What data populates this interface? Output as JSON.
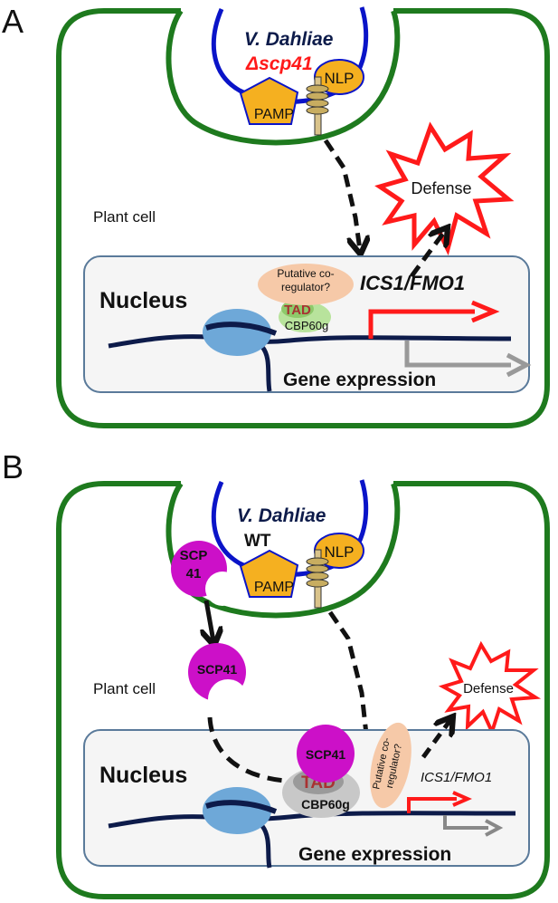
{
  "panels": [
    {
      "letter": "A",
      "pathogen": "V. Dahliae",
      "strain": "Δscp41",
      "nlp": "NLP",
      "pamp": "PAMP",
      "plant_cell": "Plant cell",
      "defense": "Defense",
      "nucleus": "Nucleus",
      "coregulator": "Putative co-regulator?",
      "tad": "TAD",
      "cbp": "CBP60g",
      "genes": "ICS1/FMO1",
      "gene_expression": "Gene expression"
    },
    {
      "letter": "B",
      "pathogen": "V. Dahliae",
      "strain": "WT",
      "nlp": "NLP",
      "pamp": "PAMP",
      "scp41": "SCP41",
      "scp_top_1": "SCP",
      "scp_top_2": "41",
      "plant_cell": "Plant cell",
      "defense": "Defense",
      "nucleus": "Nucleus",
      "coregulator": "Putative co-regulator?",
      "tad": "TAD",
      "cbp": "CBP60g",
      "genes": "ICS1/FMO1",
      "gene_expression": "Gene expression"
    }
  ],
  "colors": {
    "cell_wall": "#1e7a1e",
    "pathogen_membrane": "#0a14c8",
    "strain_red": "#ff1a1a",
    "pamp_fill": "#f5b020",
    "nlp_fill": "#f5b020",
    "scp41": "#cc10c8",
    "nucleus_fill": "#f5f5f5",
    "nucleus_border": "#5a7a9a",
    "dna": "#0d1b4a",
    "histone": "#6ea8d8",
    "cbp_green": "#b8e39c",
    "tad_red": "#a83232",
    "coreg_fill": "#f6c9a8",
    "active_arrow": "#ff1a1a",
    "inactive_arrow": "#999999"
  }
}
